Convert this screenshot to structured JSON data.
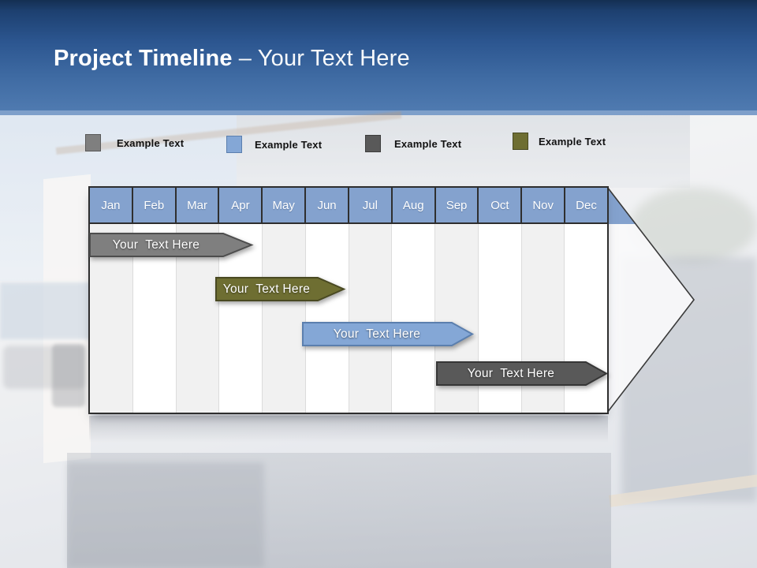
{
  "title": {
    "bold": "Project Timeline",
    "regular": "– Your Text Here"
  },
  "legend": {
    "items": [
      {
        "label": "Example Text",
        "swatch_color": "#7F7F7F"
      },
      {
        "label": "Example Text",
        "swatch_color": "#84A7D6"
      },
      {
        "label": "Example Text",
        "swatch_color": "#595959"
      },
      {
        "label": "Example Text",
        "swatch_color": "#6E6E32"
      }
    ]
  },
  "timeline": {
    "months": [
      "Jan",
      "Feb",
      "Mar",
      "Apr",
      "May",
      "Jun",
      "Jul",
      "Aug",
      "Sep",
      "Oct",
      "Nov",
      "Dec"
    ],
    "header_color": "#84A2CE",
    "bars": [
      {
        "label": "Your  Text Here",
        "color": "#7F7F7F",
        "start_month": "Jan",
        "end_month": "Mar"
      },
      {
        "label": "Your  Text Here",
        "color": "#6E6E32",
        "start_month": "Apr",
        "end_month": "Jun"
      },
      {
        "label": "Your  Text Here",
        "color": "#84A7D6",
        "start_month": "Jun",
        "end_month": "Sep"
      },
      {
        "label": "Your  Text Here",
        "color": "#595959",
        "start_month": "Sep",
        "end_month": "Dec"
      }
    ]
  }
}
